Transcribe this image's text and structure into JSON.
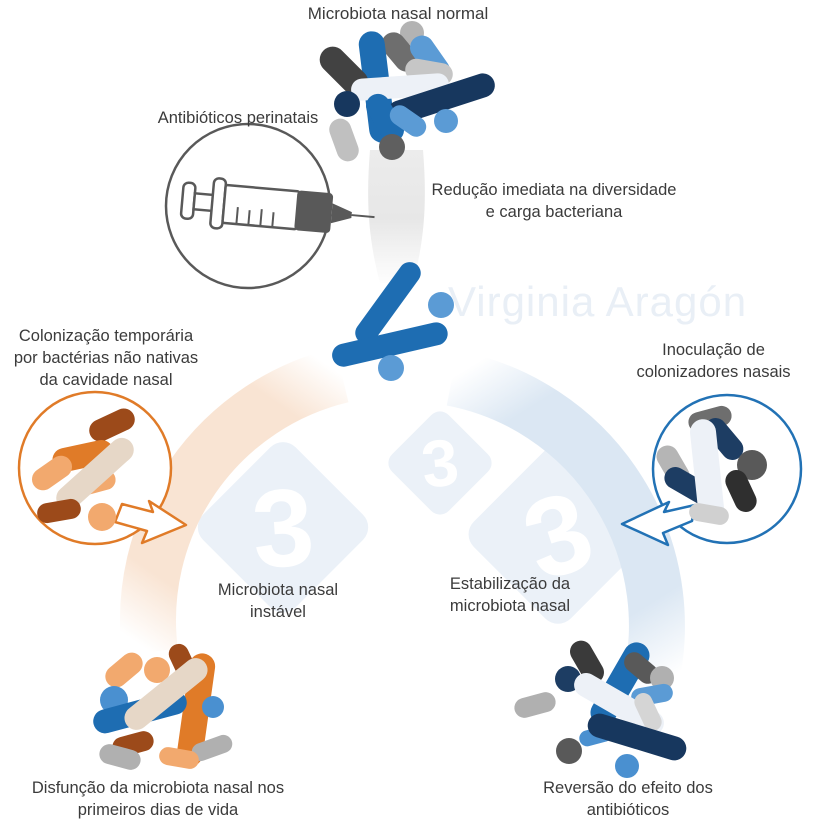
{
  "title": "Microbiota nasal normal",
  "stages": {
    "perinatal_antibiotics": "Antibióticos perinatais",
    "immediate_reduction": "Redução imediata na diversidade\ne carga bacteriana",
    "temporary_colonization": "Colonização temporária\npor bactérias não nativas\nda cavidade nasal",
    "inoculation": "Inoculação de\ncolonizadores nasais",
    "unstable_microbiota": "Microbiota nasal\ninstável",
    "stabilization": "Estabilização da\nmicrobiota nasal",
    "dysfunction": "Disfunção da microbiota nasal nos\nprimeiros dias de vida",
    "reversal": "Reversão do efeito dos\nantibióticos"
  },
  "watermark": {
    "author": "Virginia Aragón",
    "logo_digit": "3"
  },
  "palette": {
    "blue_medium": "#1e6db2",
    "blue_light": "#5b9bd5",
    "blue_sky": "#4a90d0",
    "navy": "#17375e",
    "navy_soft": "#1d3d63",
    "gray_dark": "#3a3a3a",
    "gray_mid": "#6e6e6e",
    "gray_light": "#b3b3b3",
    "gray_pale": "#d5d5d5",
    "offwhite": "#edf1f7",
    "orange": "#e07b28",
    "orange_light": "#f2a96e",
    "rust": "#9c4a1a",
    "beige": "#e6d7c7",
    "arc_peach": "#f9e4d3",
    "arc_blue": "#dbe7f3",
    "outline_gray": "#595959",
    "bubble_blue_stroke": "#2272b5",
    "watermark_blue": "#e9eff6",
    "diamond_blue": "#ebf1f8"
  },
  "icons": [
    "syringe-icon",
    "bacteria-cluster-normal",
    "bacteria-cluster-reduced",
    "bubble-foreign-bacteria-icon",
    "bubble-nasal-colonizers-icon",
    "bacteria-cluster-dysbiosis",
    "bacteria-cluster-restored",
    "pathway-arc-left",
    "pathway-arc-right",
    "watermark-333-logo"
  ]
}
